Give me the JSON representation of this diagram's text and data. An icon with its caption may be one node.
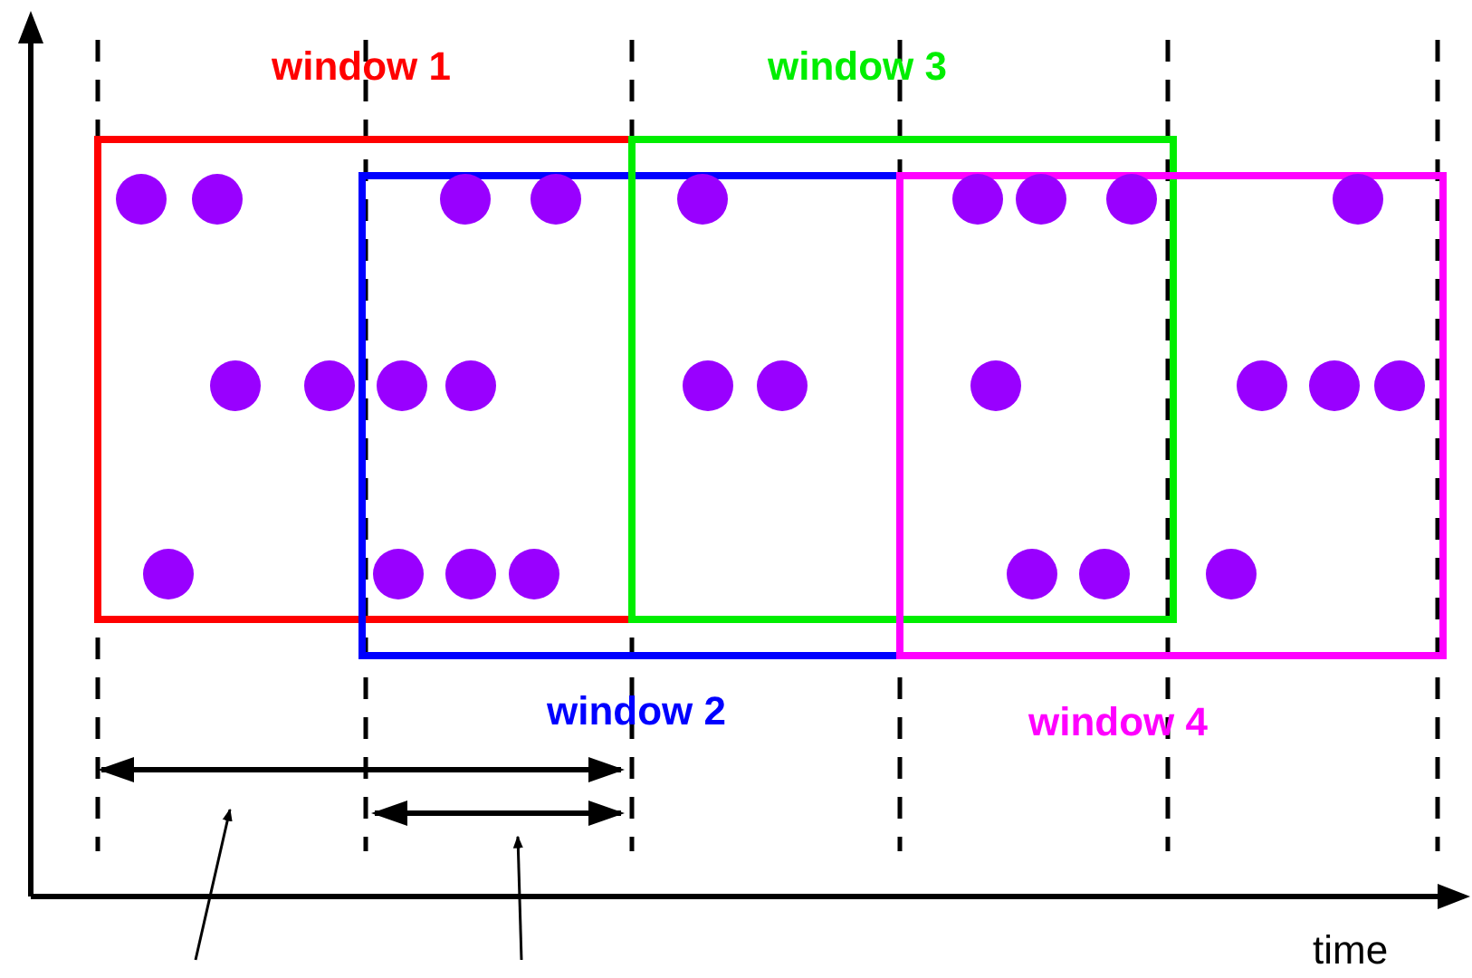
{
  "diagram": {
    "nodes": [
      {
        "text": [
          "window 1"
        ]
      },
      {
        "text": [
          "window 2"
        ]
      },
      {
        "text": [
          "window 3"
        ]
      },
      {
        "text": [
          "window 4"
        ]
      },
      {
        "text": [],
        "shape": "arrow"
      },
      {
        "text": [],
        "shape": "arrow"
      }
    ],
    "edges": [
      {
        "from": null,
        "to": 4,
        "arrow": "to"
      },
      {
        "from": null,
        "to": 5,
        "arrow": "to"
      }
    ],
    "labels": [
      "time"
    ]
  }
}
